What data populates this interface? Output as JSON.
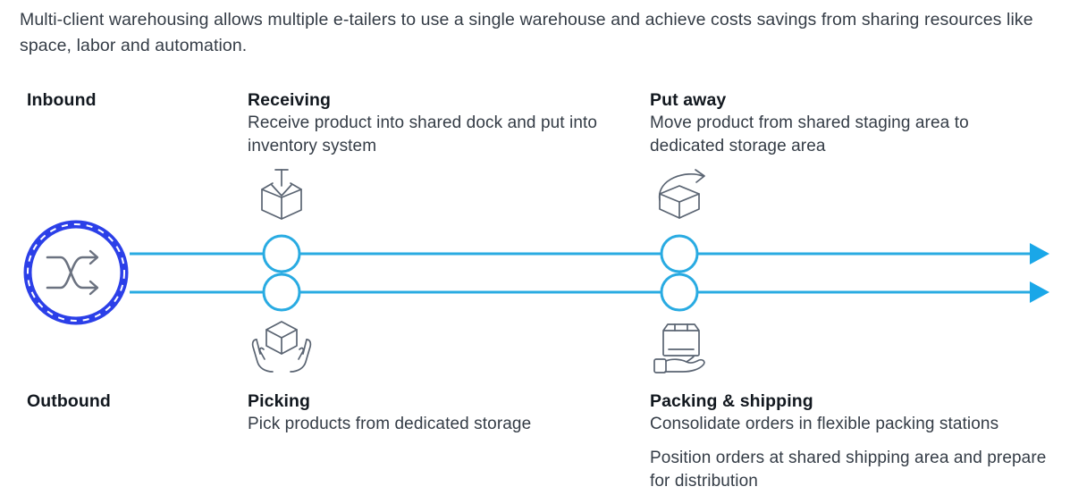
{
  "intro": {
    "text": "Multi-client warehousing allows multiple e-tailers to use a single warehouse and achieve costs savings from sharing resources like space, labor and automation."
  },
  "lanes": {
    "inbound_label": "Inbound",
    "outbound_label": "Outbound"
  },
  "stages": {
    "receiving": {
      "title": "Receiving",
      "desc": "Receive product into shared dock and put into inventory system",
      "icon": "box-open-arrow-in-icon"
    },
    "putaway": {
      "title": "Put away",
      "desc": "Move product from shared staging area to dedicated storage area",
      "icon": "box-curved-arrow-icon"
    },
    "picking": {
      "title": "Picking",
      "desc": "Pick products from dedicated storage",
      "icon": "hands-holding-cube-icon"
    },
    "packing": {
      "title": "Packing & shipping",
      "desc": "Consolidate orders in flexible packing stations",
      "desc2": "Position orders at shared shipping area and prepare for distribution",
      "icon": "parcel-on-hand-icon"
    }
  },
  "hub": {
    "icon": "shuffle-arrows-icon",
    "ring_color": "#2b3fe8",
    "dash_color": "#ffffff",
    "glyph_color": "#6b7280"
  },
  "flow": {
    "line_color": "#29abe2",
    "node_color": "#29abe2",
    "node_fill": "#ffffff",
    "arrow_color": "#1aa7e8",
    "lane_count": 2
  },
  "colors": {
    "icon_stroke": "#5a6472",
    "heading": "#12181f",
    "body": "#343c46",
    "background": "#ffffff"
  }
}
